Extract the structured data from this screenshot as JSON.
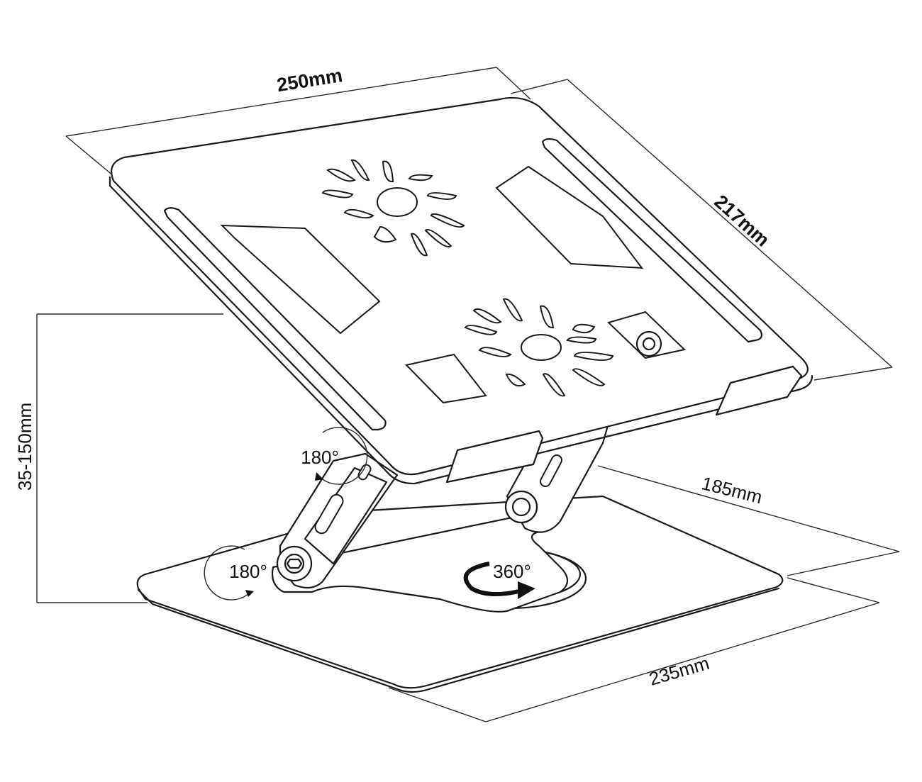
{
  "dimensions": {
    "width_label": "250mm",
    "depth_label": "217mm",
    "height_label": "35-150mm",
    "base_depth_label": "185mm",
    "base_width_label": "235mm"
  },
  "rotations": {
    "upper_hinge": "180°",
    "lower_hinge": "180°",
    "base_swivel": "360°"
  },
  "colors": {
    "line": "#1a1a1a",
    "background": "#ffffff"
  }
}
